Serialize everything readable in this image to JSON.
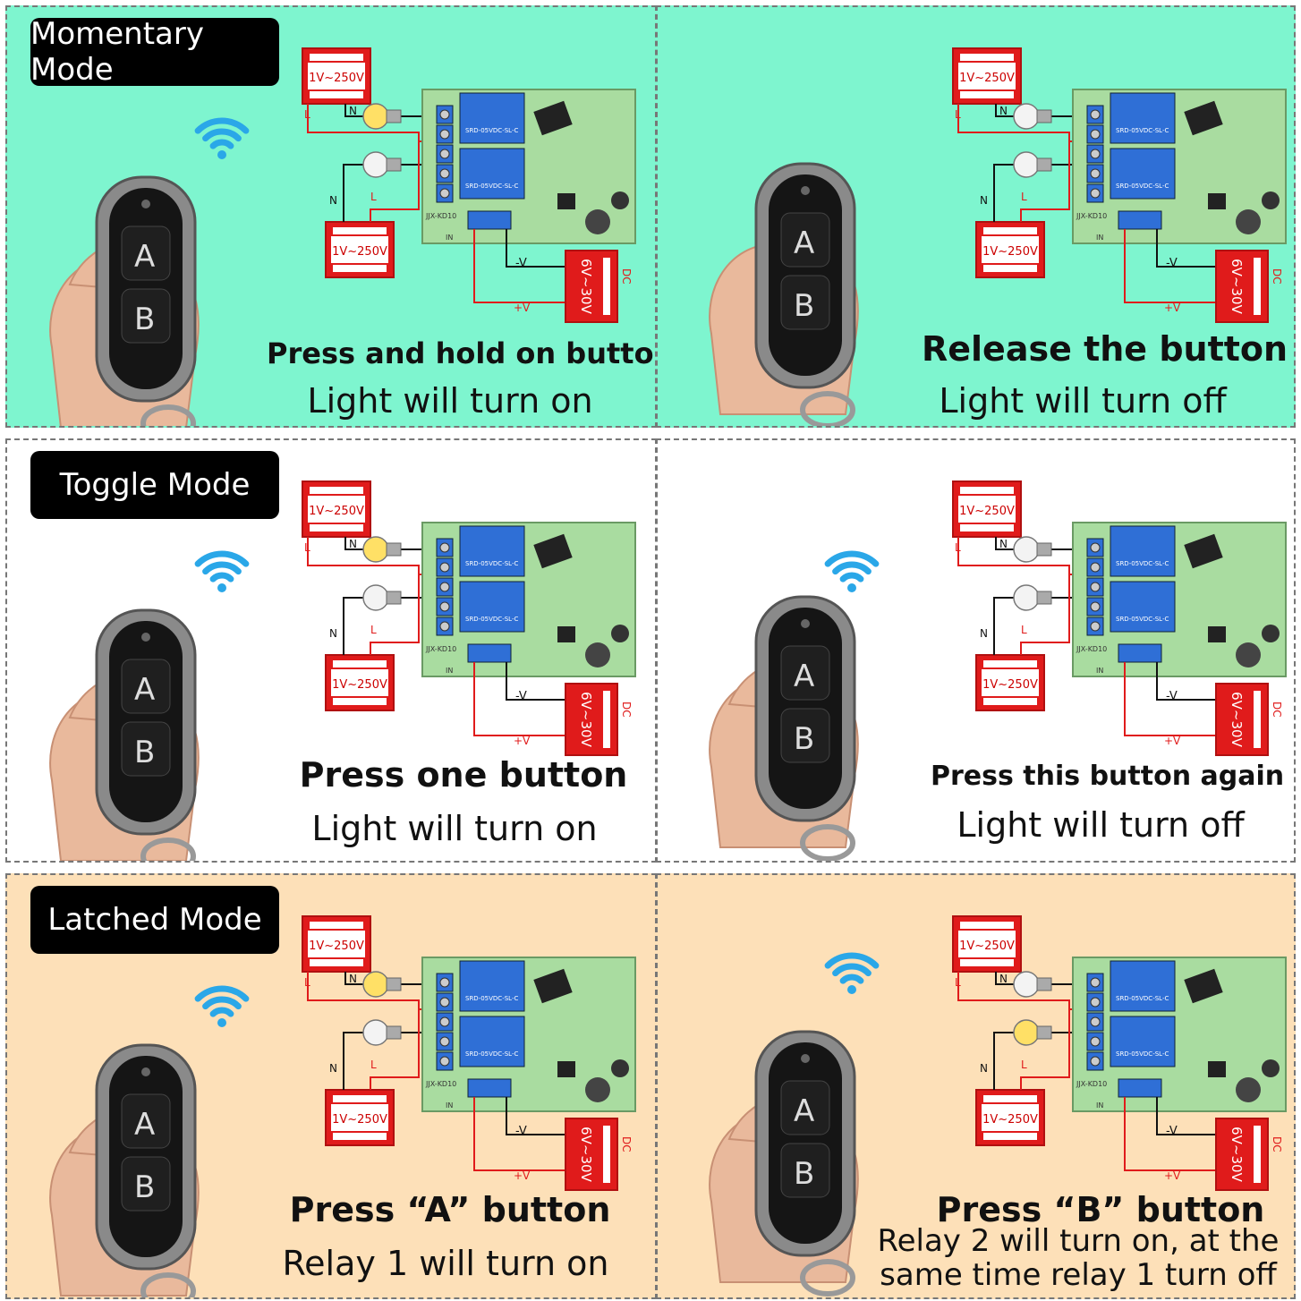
{
  "colors": {
    "momentary_bg": "#7ef5cf",
    "toggle_bg": "#ffffff",
    "latched_bg": "#fde0b8",
    "badge_bg": "#000000",
    "pcb_green": "#a9dca0",
    "relay_blue": "#2f6fd6",
    "wire_red": "#e01b1b",
    "wifi_blue": "#2aa7e8",
    "power_box_red": "#e01b1b"
  },
  "rows": [
    {
      "mode_label": "Momentary Mode",
      "left": {
        "headline": "Press and hold on button",
        "subline": "Light will turn on",
        "bulb1_on": true,
        "bulb2_on": false,
        "signal": true
      },
      "right": {
        "headline": "Release the button",
        "subline": "Light will turn off",
        "bulb1_on": false,
        "bulb2_on": false,
        "signal": false
      }
    },
    {
      "mode_label": "Toggle Mode",
      "left": {
        "headline": "Press one button",
        "subline": "Light will turn on",
        "bulb1_on": true,
        "bulb2_on": false,
        "signal": true
      },
      "right": {
        "headline": "Press this button again",
        "subline": "Light will turn off",
        "bulb1_on": false,
        "bulb2_on": false,
        "signal": true
      }
    },
    {
      "mode_label": "Latched Mode",
      "left": {
        "headline": "Press  “A” button",
        "subline": "Relay 1 will turn on",
        "bulb1_on": true,
        "bulb2_on": false,
        "signal": true
      },
      "right": {
        "headline": "Press  “B” button",
        "subline": "Relay 2 will turn on, at the same time relay 1 turn off",
        "bulb1_on": false,
        "bulb2_on": true,
        "signal": true
      }
    }
  ],
  "diagram": {
    "ac_voltage": "1V~250V",
    "dc_voltage": "6V~30V",
    "dc_label": "DC",
    "neg_label": "-V",
    "pos_label": "+V",
    "live_label": "L",
    "neutral_label": "N",
    "board_label": "JJX-KD10",
    "board_in_label": "IN",
    "relay_label": "SRD-05VDC-SL-C",
    "remote_key_a": "A",
    "remote_key_b": "B"
  },
  "icons": [
    "wifi-signal-icon",
    "remote-control-icon",
    "hand-icon",
    "light-bulb-icon",
    "power-supply-icon"
  ]
}
